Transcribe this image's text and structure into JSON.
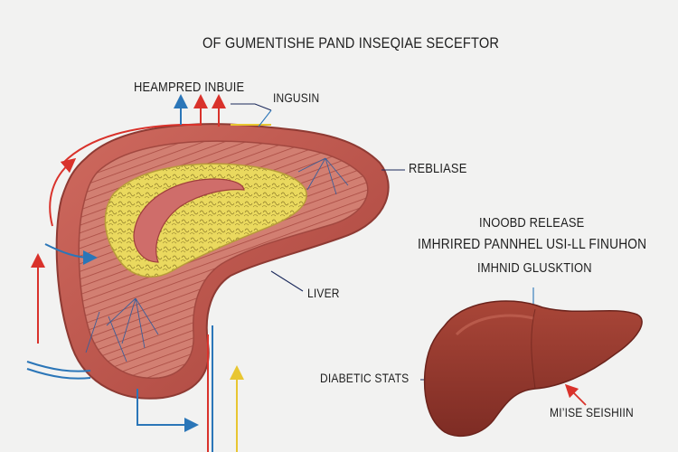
{
  "title": "OF GUMENTISHE PAND INSEQIAE SECEFTOR",
  "labels": {
    "top_left": "HEAMPRED INBUIE",
    "top_mid": "INGUSIN",
    "right_upper": "REBLIASE",
    "liver": "LIVER",
    "release_line1": "INOOBD RELEASE",
    "release_line2": "IMHRIRED PANNHEL USI-LL FINUHON",
    "release_line3": "IMHNID GLUSKTION",
    "diabetic": "DIABETIC STATS",
    "bottom_right": "MI’ISE SEISHIIN"
  },
  "colors": {
    "background": "#f2f2f1",
    "tissue_outer": "#c2524a",
    "tissue_inner": "#d98274",
    "fat_yellow": "#e9d85a",
    "liver": "#9c3b30",
    "arrow_red": "#d9322b",
    "arrow_blue": "#2b76b8",
    "arrow_yellow": "#e8c631",
    "leader_navy": "#1c2a5c"
  }
}
